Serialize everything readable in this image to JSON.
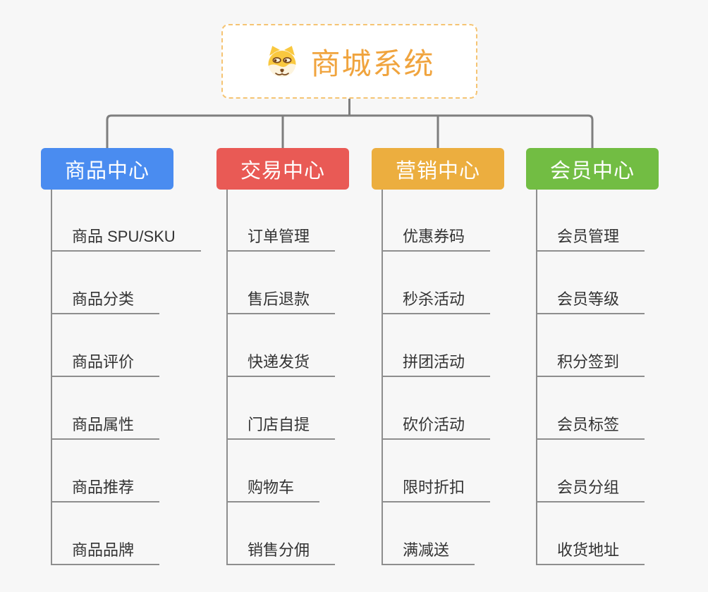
{
  "app": {
    "background_color": "#F7F7F7",
    "connector_color": "#7E7E7E",
    "subline_color": "#8E8E8E",
    "item_text_color": "#333333"
  },
  "root": {
    "title": "商城系统",
    "icon": "doge-icon",
    "border_color": "#F5C473",
    "text_color": "#F0A43E"
  },
  "branches": [
    {
      "label": "商品中心",
      "color": "#4A8CF0",
      "items": [
        "商品 SPU/SKU",
        "商品分类",
        "商品评价",
        "商品属性",
        "商品推荐",
        "商品品牌"
      ]
    },
    {
      "label": "交易中心",
      "color": "#E95A55",
      "items": [
        "订单管理",
        "售后退款",
        "快递发货",
        "门店自提",
        "购物车",
        "销售分佣"
      ]
    },
    {
      "label": "营销中心",
      "color": "#ECAE3F",
      "items": [
        "优惠券码",
        "秒杀活动",
        "拼团活动",
        "砍价活动",
        "限时折扣",
        "满减送"
      ]
    },
    {
      "label": "会员中心",
      "color": "#72BD43",
      "items": [
        "会员管理",
        "会员等级",
        "积分签到",
        "会员标签",
        "会员分组",
        "收货地址"
      ]
    }
  ]
}
